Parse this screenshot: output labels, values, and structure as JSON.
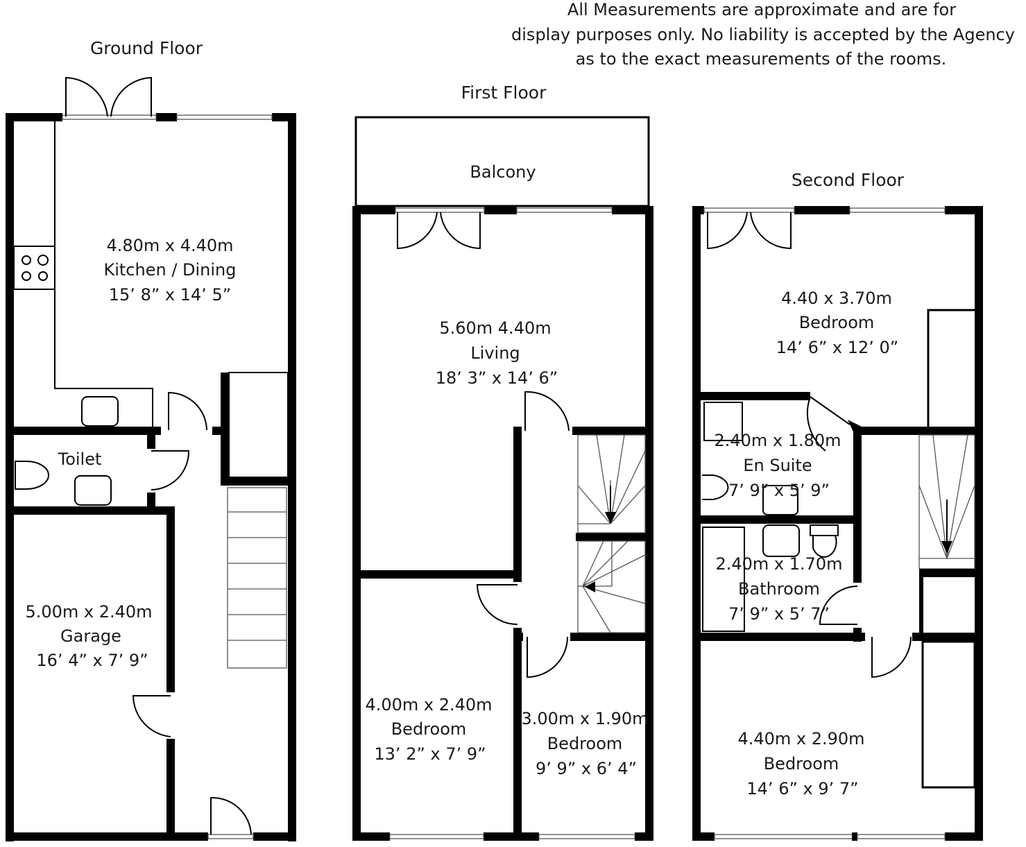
{
  "disclaimer": [
    "All Measurements are approximate and are for",
    "display purposes only. No liability is accepted by the Agency",
    "as to the exact measurements of the rooms."
  ],
  "floors": [
    {
      "title": "Ground Floor",
      "rooms": [
        {
          "lines": [
            "4.80m x 4.40m",
            "Kitchen / Dining",
            "15’ 8” x 14’ 5”"
          ]
        },
        {
          "lines": [
            "Toilet"
          ]
        },
        {
          "lines": [
            "5.00m x 2.40m",
            "Garage",
            "16’ 4” x 7’ 9”"
          ]
        }
      ]
    },
    {
      "title": "First Floor",
      "rooms": [
        {
          "lines": [
            "Balcony"
          ]
        },
        {
          "lines": [
            "5.60m 4.40m",
            "Living",
            "18’ 3” x 14’ 6”"
          ]
        },
        {
          "lines": [
            "4.00m x 2.40m",
            "Bedroom",
            "13’ 2” x 7’ 9”"
          ]
        },
        {
          "lines": [
            "3.00m x 1.90m",
            "Bedroom",
            "9’ 9” x 6’ 4”"
          ]
        }
      ]
    },
    {
      "title": "Second Floor",
      "rooms": [
        {
          "lines": [
            "4.40 x 3.70m",
            "Bedroom",
            "14’ 6” x 12’ 0”"
          ]
        },
        {
          "lines": [
            "2.40m x 1.80m",
            "En Suite",
            "7’ 9” x 5’ 9”"
          ]
        },
        {
          "lines": [
            "2.40m x 1.70m",
            "Bathroom",
            "7’ 9” x 5’ 7”"
          ]
        },
        {
          "lines": [
            "4.40m x 2.90m",
            "Bedroom",
            "14’ 6” x 9’ 7”"
          ]
        }
      ]
    }
  ]
}
